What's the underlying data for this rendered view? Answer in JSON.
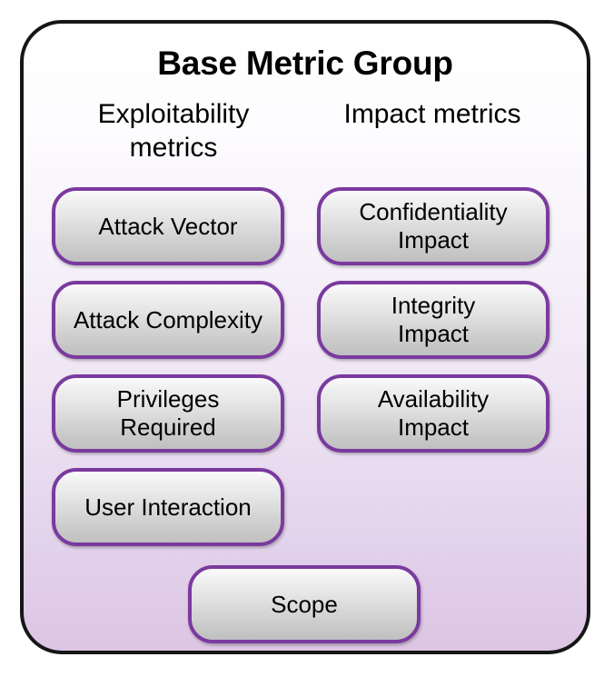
{
  "diagram": {
    "title": "Base Metric Group",
    "columns": [
      {
        "header": "Exploitability\nmetrics",
        "metrics": [
          "Attack Vector",
          "Attack Complexity",
          "Privileges\nRequired",
          "User Interaction"
        ]
      },
      {
        "header": "Impact metrics",
        "metrics": [
          "Confidentiality\nImpact",
          "Integrity\nImpact",
          "Availability\nImpact"
        ]
      }
    ],
    "shared_metric": "Scope",
    "colors": {
      "container_border": "#161616",
      "container_top": "#ffffff",
      "container_bottom": "#dcc5e4",
      "node_border": "#7a3a9e",
      "node_fill_top": "#fbfbfb",
      "node_fill_bottom": "#c0c0c0",
      "text": "#000000"
    }
  }
}
